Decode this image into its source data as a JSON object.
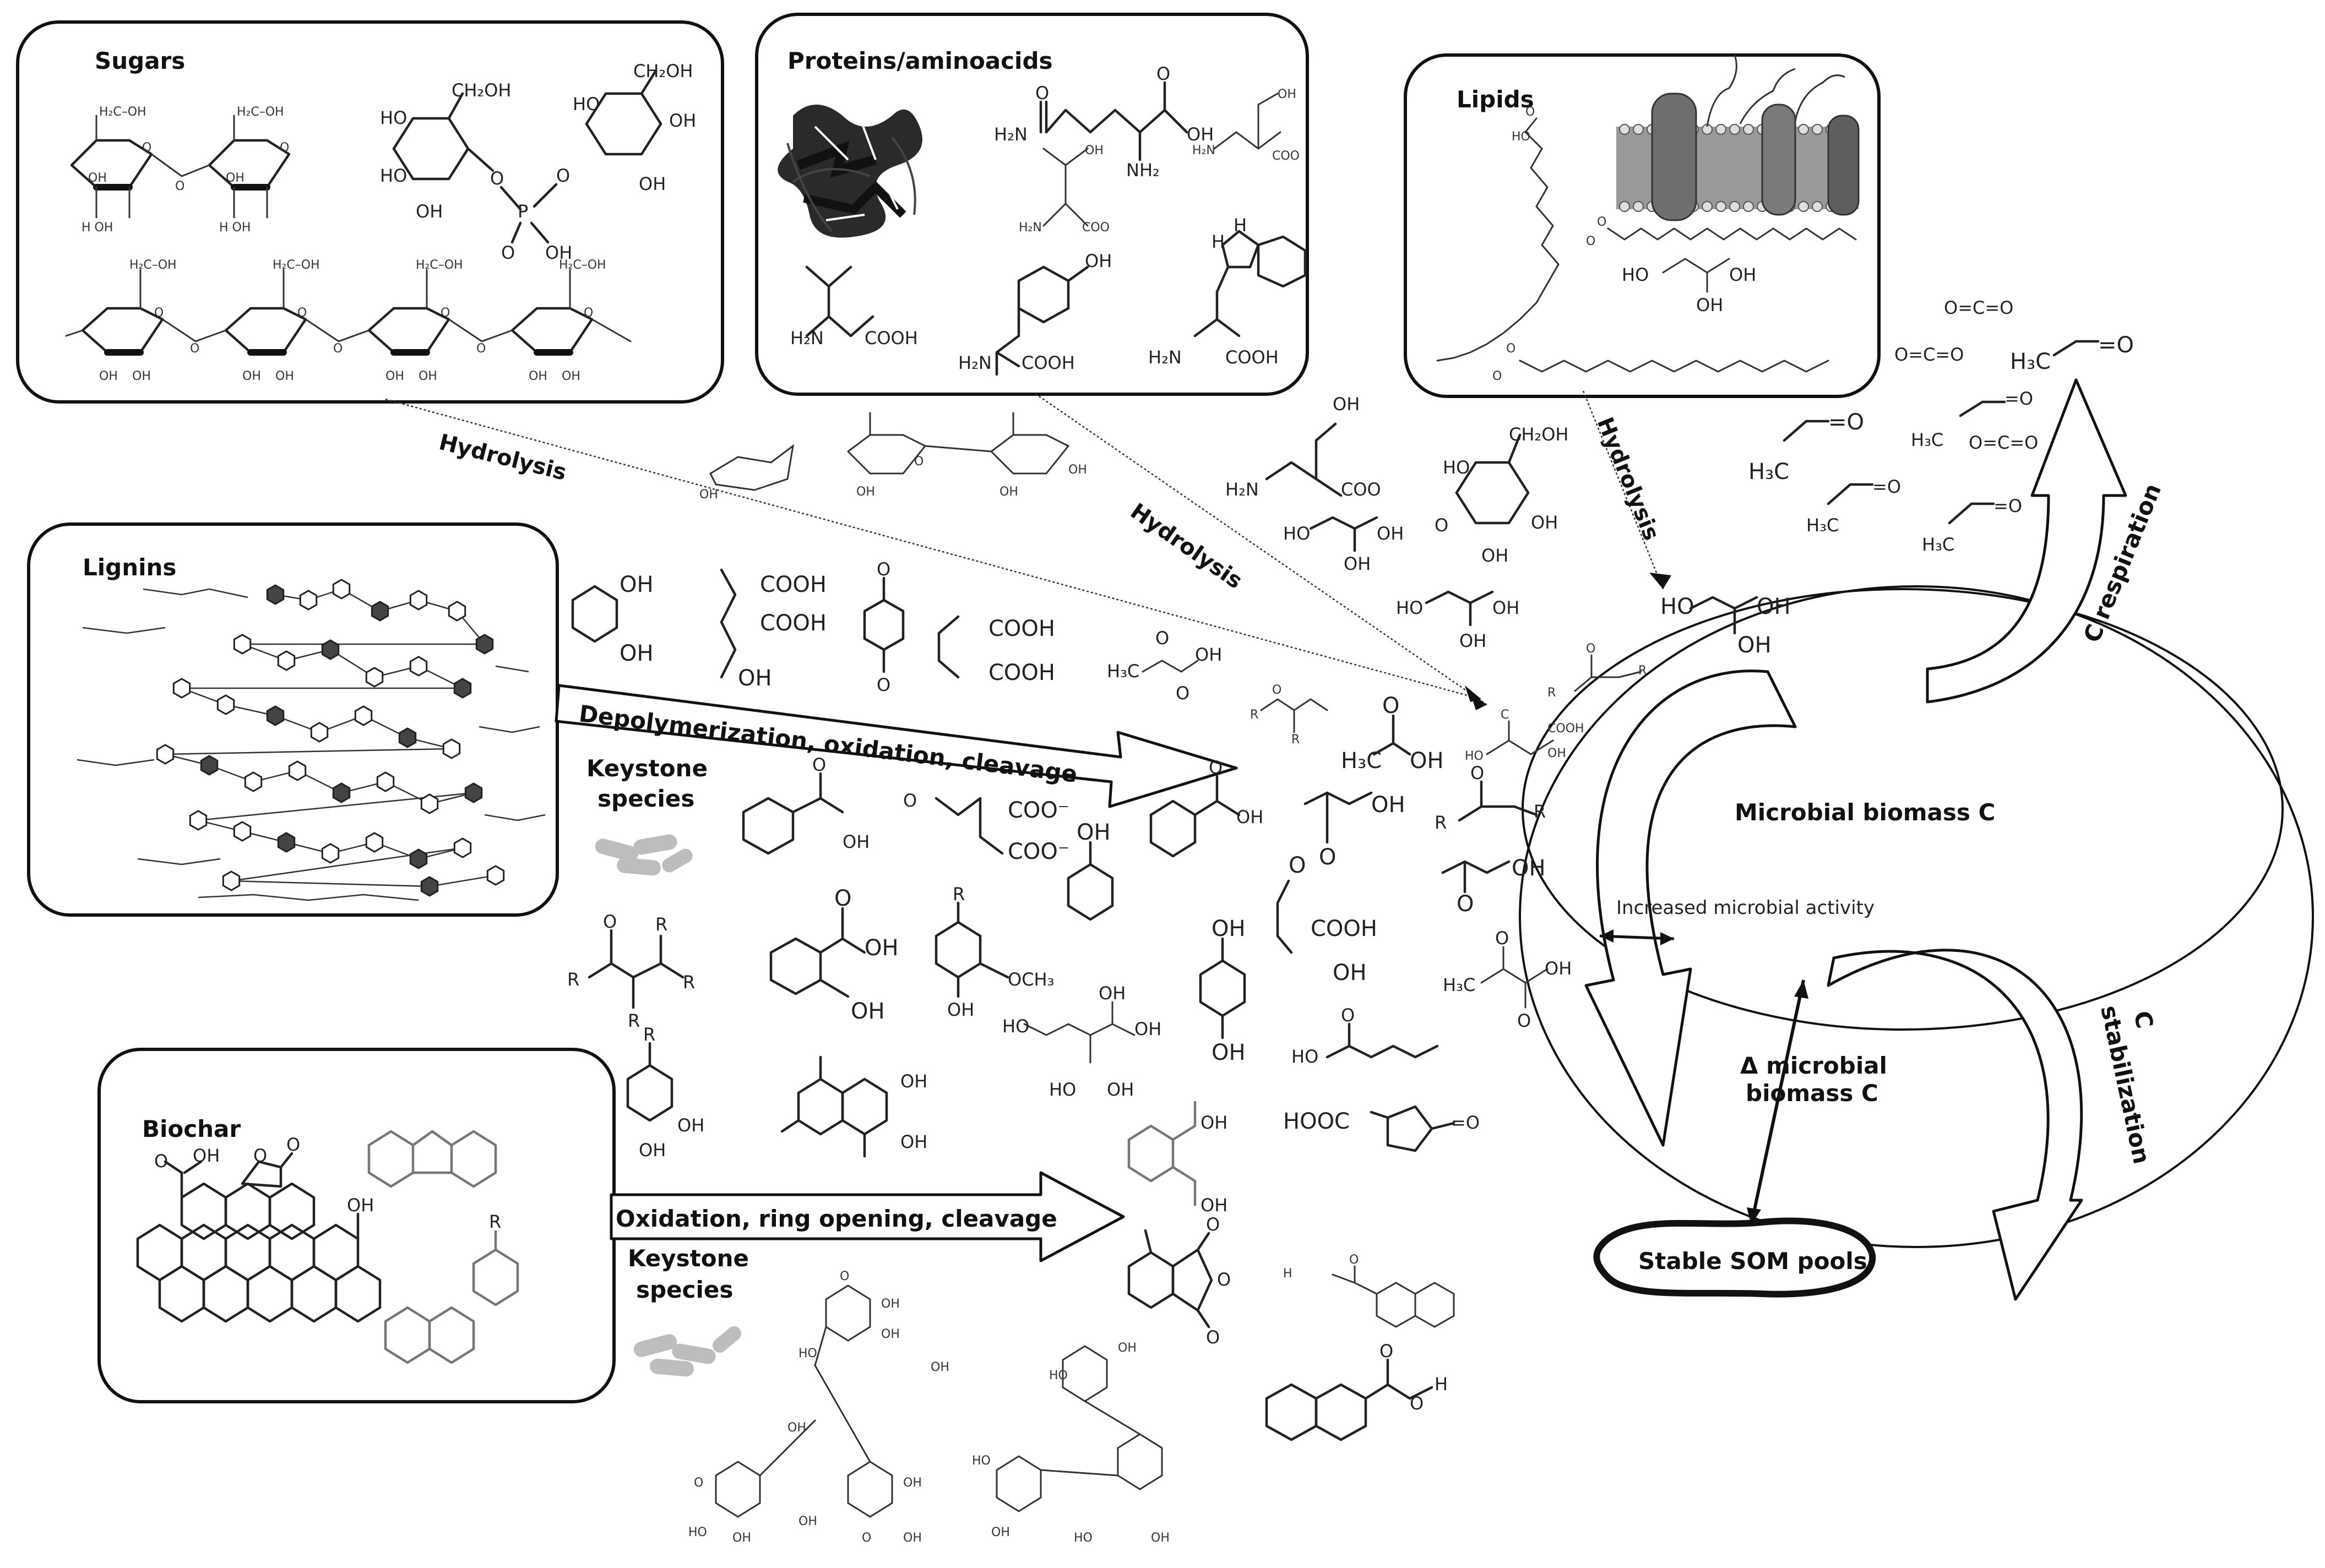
{
  "boxes": {
    "sugars": "Sugars",
    "proteins": "Proteins/aminoacids",
    "lipids": "Lipids",
    "lignins": "Lignins",
    "biochar": "Biochar"
  },
  "processes": {
    "hydrolysis_left": "Hydrolysis",
    "hydrolysis_mid": "Hydrolysis",
    "hydrolysis_right": "Hydrolysis",
    "depolymerization": "Depolymerization, oxidation, cleavage",
    "oxidation": "Oxidation, ring opening, cleavage",
    "keystone_1_line1": "Keystone",
    "keystone_1_line2": "species",
    "keystone_2_line1": "Keystone",
    "keystone_2_line2": "species"
  },
  "cycle": {
    "microbial_biomass": "Microbial biomass C",
    "increased_activity": "Increased microbial activity",
    "delta_line1": "Δ microbial",
    "delta_line2": "biomass C",
    "stable_pools": "Stable SOM pools",
    "c_respiration": "C respiration",
    "c_stabilization_line1": "C",
    "c_stabilization_line2": "stabilization"
  },
  "atoms": {
    "oh": "OH",
    "ho": "HO",
    "cooh": "COOH",
    "ch2oh": "CH₂OH",
    "h2n": "H₂N",
    "nh2": "NH₂",
    "h3c": "H₃C",
    "o": "O",
    "h": "H",
    "c": "C",
    "p": "P",
    "r": "R",
    "coo": "COO",
    "coo_minus": "COO⁻",
    "och3": "OCH₃",
    "hooc": "HOOC",
    "co2": "O=C=O",
    "eq_o": "=O",
    "h_oh": "H  OH",
    "ch2_oh": "H₂C–OH"
  }
}
